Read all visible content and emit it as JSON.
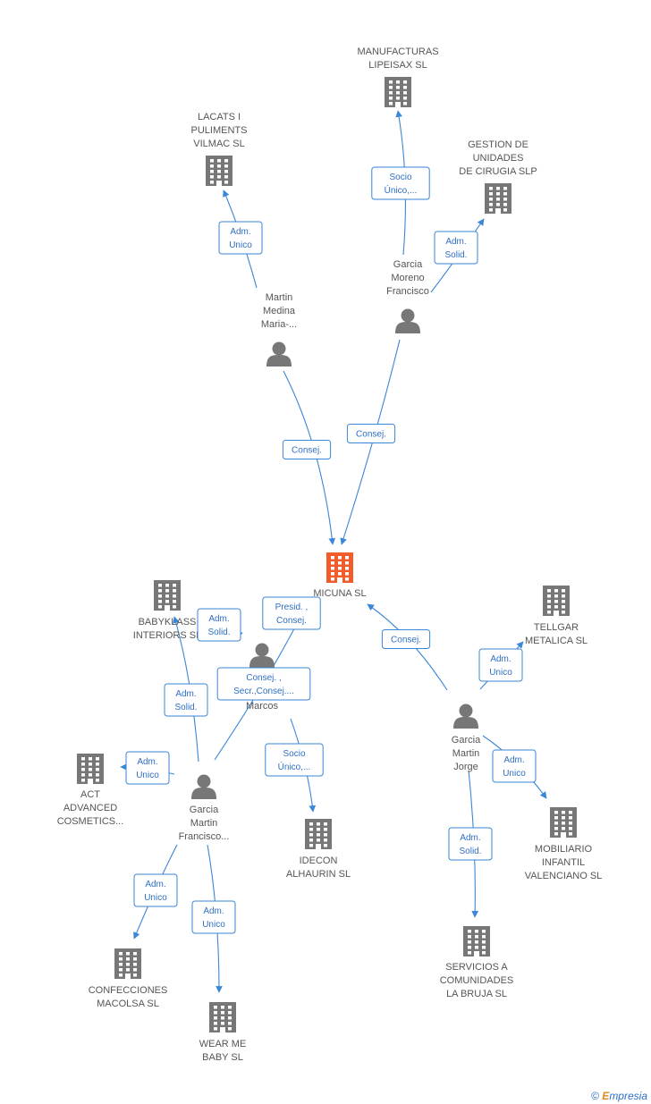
{
  "colors": {
    "edge": "#3a86d8",
    "company": "#777777",
    "person": "#777777",
    "focus": "#f25c2a",
    "label": "#555555"
  },
  "nodes": [
    {
      "id": "micuna",
      "kind": "focus",
      "label": [
        "MICUNA SL"
      ]
    },
    {
      "id": "manufacturas",
      "kind": "company",
      "label": [
        "MANUFACTURAS",
        "LIPEISAX SL"
      ]
    },
    {
      "id": "lacats",
      "kind": "company",
      "label": [
        "LACATS I",
        "PULIMENTS",
        "VILMAC SL"
      ]
    },
    {
      "id": "gestion",
      "kind": "company",
      "label": [
        "GESTION DE",
        "UNIDADES",
        "DE CIRUGIA  SLP"
      ]
    },
    {
      "id": "garcia_moreno",
      "kind": "person",
      "label": [
        "Garcia",
        "Moreno",
        "Francisco"
      ]
    },
    {
      "id": "martin_medina",
      "kind": "person",
      "label": [
        "Martin",
        "Medina",
        "Maria-..."
      ]
    },
    {
      "id": "babyklass",
      "kind": "company",
      "label": [
        "BABYKLASS",
        "INTERIORS SL"
      ]
    },
    {
      "id": "tellgar",
      "kind": "company",
      "label": [
        "TELLGAR",
        "METALICA SL"
      ]
    },
    {
      "id": "marcos",
      "kind": "person",
      "label": [
        "Marcos"
      ]
    },
    {
      "id": "garcia_martin_jorge",
      "kind": "person",
      "label": [
        "Garcia",
        "Martin",
        "Jorge"
      ]
    },
    {
      "id": "act",
      "kind": "company",
      "label": [
        "ACT",
        "ADVANCED",
        "COSMETICS..."
      ]
    },
    {
      "id": "garcia_martin_francisco",
      "kind": "person",
      "label": [
        "Garcia",
        "Martin",
        "Francisco..."
      ]
    },
    {
      "id": "idecon",
      "kind": "company",
      "label": [
        "IDECON",
        "ALHAURIN SL"
      ]
    },
    {
      "id": "mobiliario",
      "kind": "company",
      "label": [
        "MOBILIARIO",
        "INFANTIL",
        "VALENCIANO SL"
      ]
    },
    {
      "id": "servicios",
      "kind": "company",
      "label": [
        "SERVICIOS A",
        "COMUNIDADES",
        "LA BRUJA SL"
      ]
    },
    {
      "id": "confecciones",
      "kind": "company",
      "label": [
        "CONFECCIONES",
        "MACOLSA SL"
      ]
    },
    {
      "id": "wearme",
      "kind": "company",
      "label": [
        "WEAR ME",
        "BABY SL"
      ]
    }
  ],
  "edges": [
    {
      "from": "garcia_moreno",
      "to": "manufacturas",
      "role": [
        "Socio",
        "Único,..."
      ]
    },
    {
      "from": "martin_medina",
      "to": "lacats",
      "role": [
        "Adm.",
        "Unico"
      ]
    },
    {
      "from": "garcia_moreno",
      "to": "gestion",
      "role": [
        "Adm.",
        "Solid."
      ]
    },
    {
      "from": "martin_medina",
      "to": "micuna",
      "role": [
        "Consej."
      ]
    },
    {
      "from": "garcia_moreno",
      "to": "micuna",
      "role": [
        "Consej."
      ]
    },
    {
      "from": "garcia_martin_francisco",
      "to": "micuna",
      "role": [
        "Presid. ,",
        "Consej."
      ]
    },
    {
      "from": "marcos",
      "to": "micuna",
      "role": [
        "Consej. ,",
        "Secr.,Consej...."
      ]
    },
    {
      "from": "garcia_martin_francisco",
      "to": "babyklass",
      "role": [
        "Adm.",
        "Solid."
      ]
    },
    {
      "from": "marcos",
      "to": "babyklass",
      "role": [
        "Adm.",
        "Solid."
      ]
    },
    {
      "from": "garcia_martin_jorge",
      "to": "micuna",
      "role": [
        "Consej."
      ]
    },
    {
      "from": "garcia_martin_jorge",
      "to": "tellgar",
      "role": [
        "Adm.",
        "Unico"
      ]
    },
    {
      "from": "garcia_martin_francisco",
      "to": "act",
      "role": [
        "Adm.",
        "Unico"
      ]
    },
    {
      "from": "marcos",
      "to": "idecon",
      "role": [
        "Socio",
        "Único,..."
      ]
    },
    {
      "from": "garcia_martin_jorge",
      "to": "mobiliario",
      "role": [
        "Adm.",
        "Unico"
      ]
    },
    {
      "from": "garcia_martin_jorge",
      "to": "servicios",
      "role": [
        "Adm.",
        "Solid."
      ]
    },
    {
      "from": "garcia_martin_francisco",
      "to": "confecciones",
      "role": [
        "Adm.",
        "Unico"
      ]
    },
    {
      "from": "garcia_martin_francisco",
      "to": "wearme",
      "role": [
        "Adm.",
        "Unico"
      ]
    }
  ],
  "footer": {
    "copyright": "©",
    "brand_initial": "E",
    "brand_rest": "mpresia"
  }
}
